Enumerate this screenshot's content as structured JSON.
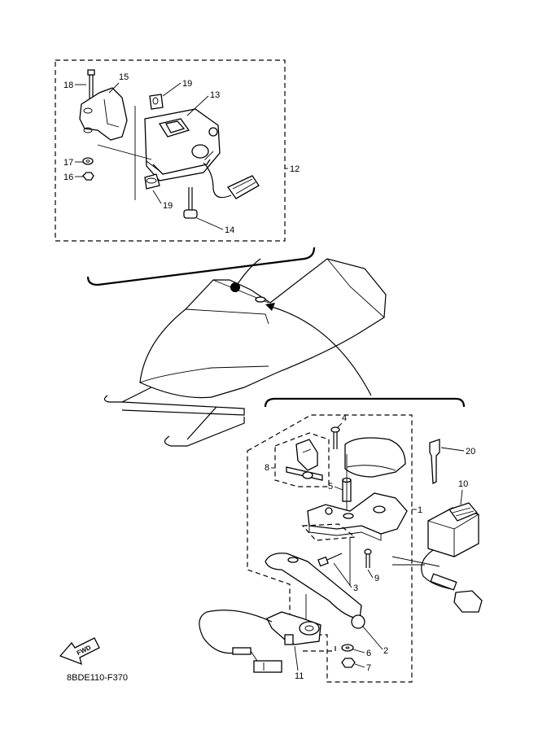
{
  "diagram": {
    "drawing_code": "8BDE110-F370",
    "fwd_label": "FWD",
    "callouts": [
      "1",
      "2",
      "3",
      "4",
      "5",
      "6",
      "7",
      "8",
      "9",
      "10",
      "11",
      "12",
      "13",
      "14",
      "15",
      "16",
      "17",
      "18",
      "19",
      "19",
      "20"
    ]
  }
}
